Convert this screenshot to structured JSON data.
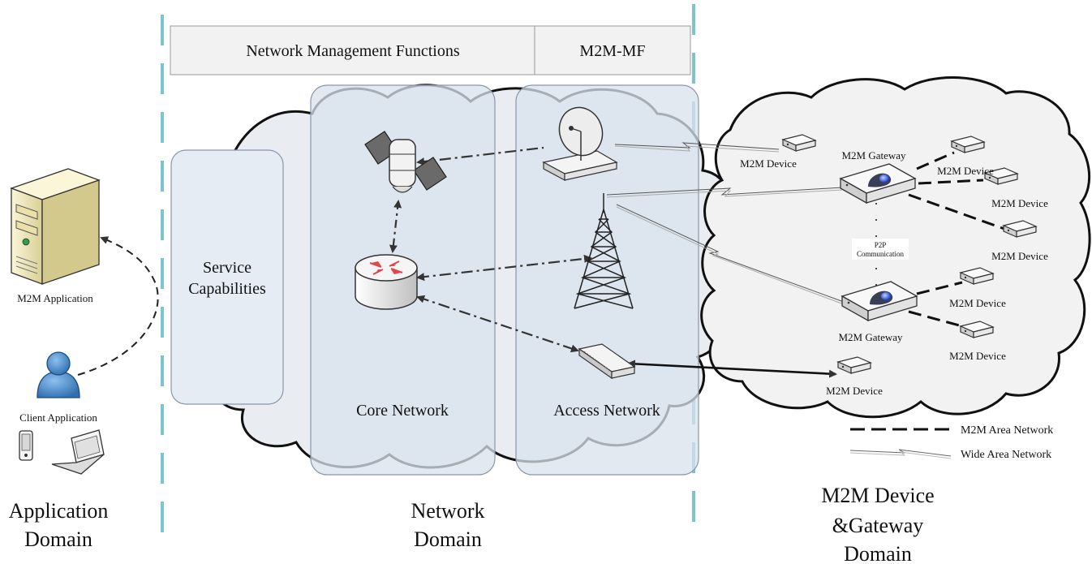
{
  "colors": {
    "divider": "#7ec4cf",
    "cloud_fill": "#e7ebf0",
    "panel_fill": "#dce4ee",
    "panel_fill_light": "#e6ecf4",
    "header_fill": "#f2f2f2",
    "person_blue": "#3d7fc1",
    "router_arrow": "#e0474c"
  },
  "header": {
    "network_management_functions": "Network Management Functions",
    "m2m_mf": "M2M-MF"
  },
  "network": {
    "service_capabilities_line1": "Service",
    "service_capabilities_line2": "Capabilities",
    "core_network": "Core Network",
    "access_network": "Access Network"
  },
  "application": {
    "m2m_application": "M2M Application",
    "client_application": "Client Application"
  },
  "device_domain": {
    "gateway_top": "M2M Gateway",
    "gateway_bottom": "M2M Gateway",
    "p2p_line1": "P2P",
    "p2p_line2": "Communication",
    "device_labels": [
      "M2M Device",
      "M2M Device",
      "M2M Device",
      "M2M Device",
      "M2M Device",
      "M2M Device",
      "M2M Device"
    ]
  },
  "legend": {
    "area_network": "M2M Area Network",
    "wide_area_network": "Wide Area Network"
  },
  "domains": {
    "application_line1": "Application",
    "application_line2": "Domain",
    "network_line1": "Network",
    "network_line2": "Domain",
    "device_line1": "M2M Device",
    "device_line2": "&Gateway",
    "device_line3": "Domain"
  }
}
